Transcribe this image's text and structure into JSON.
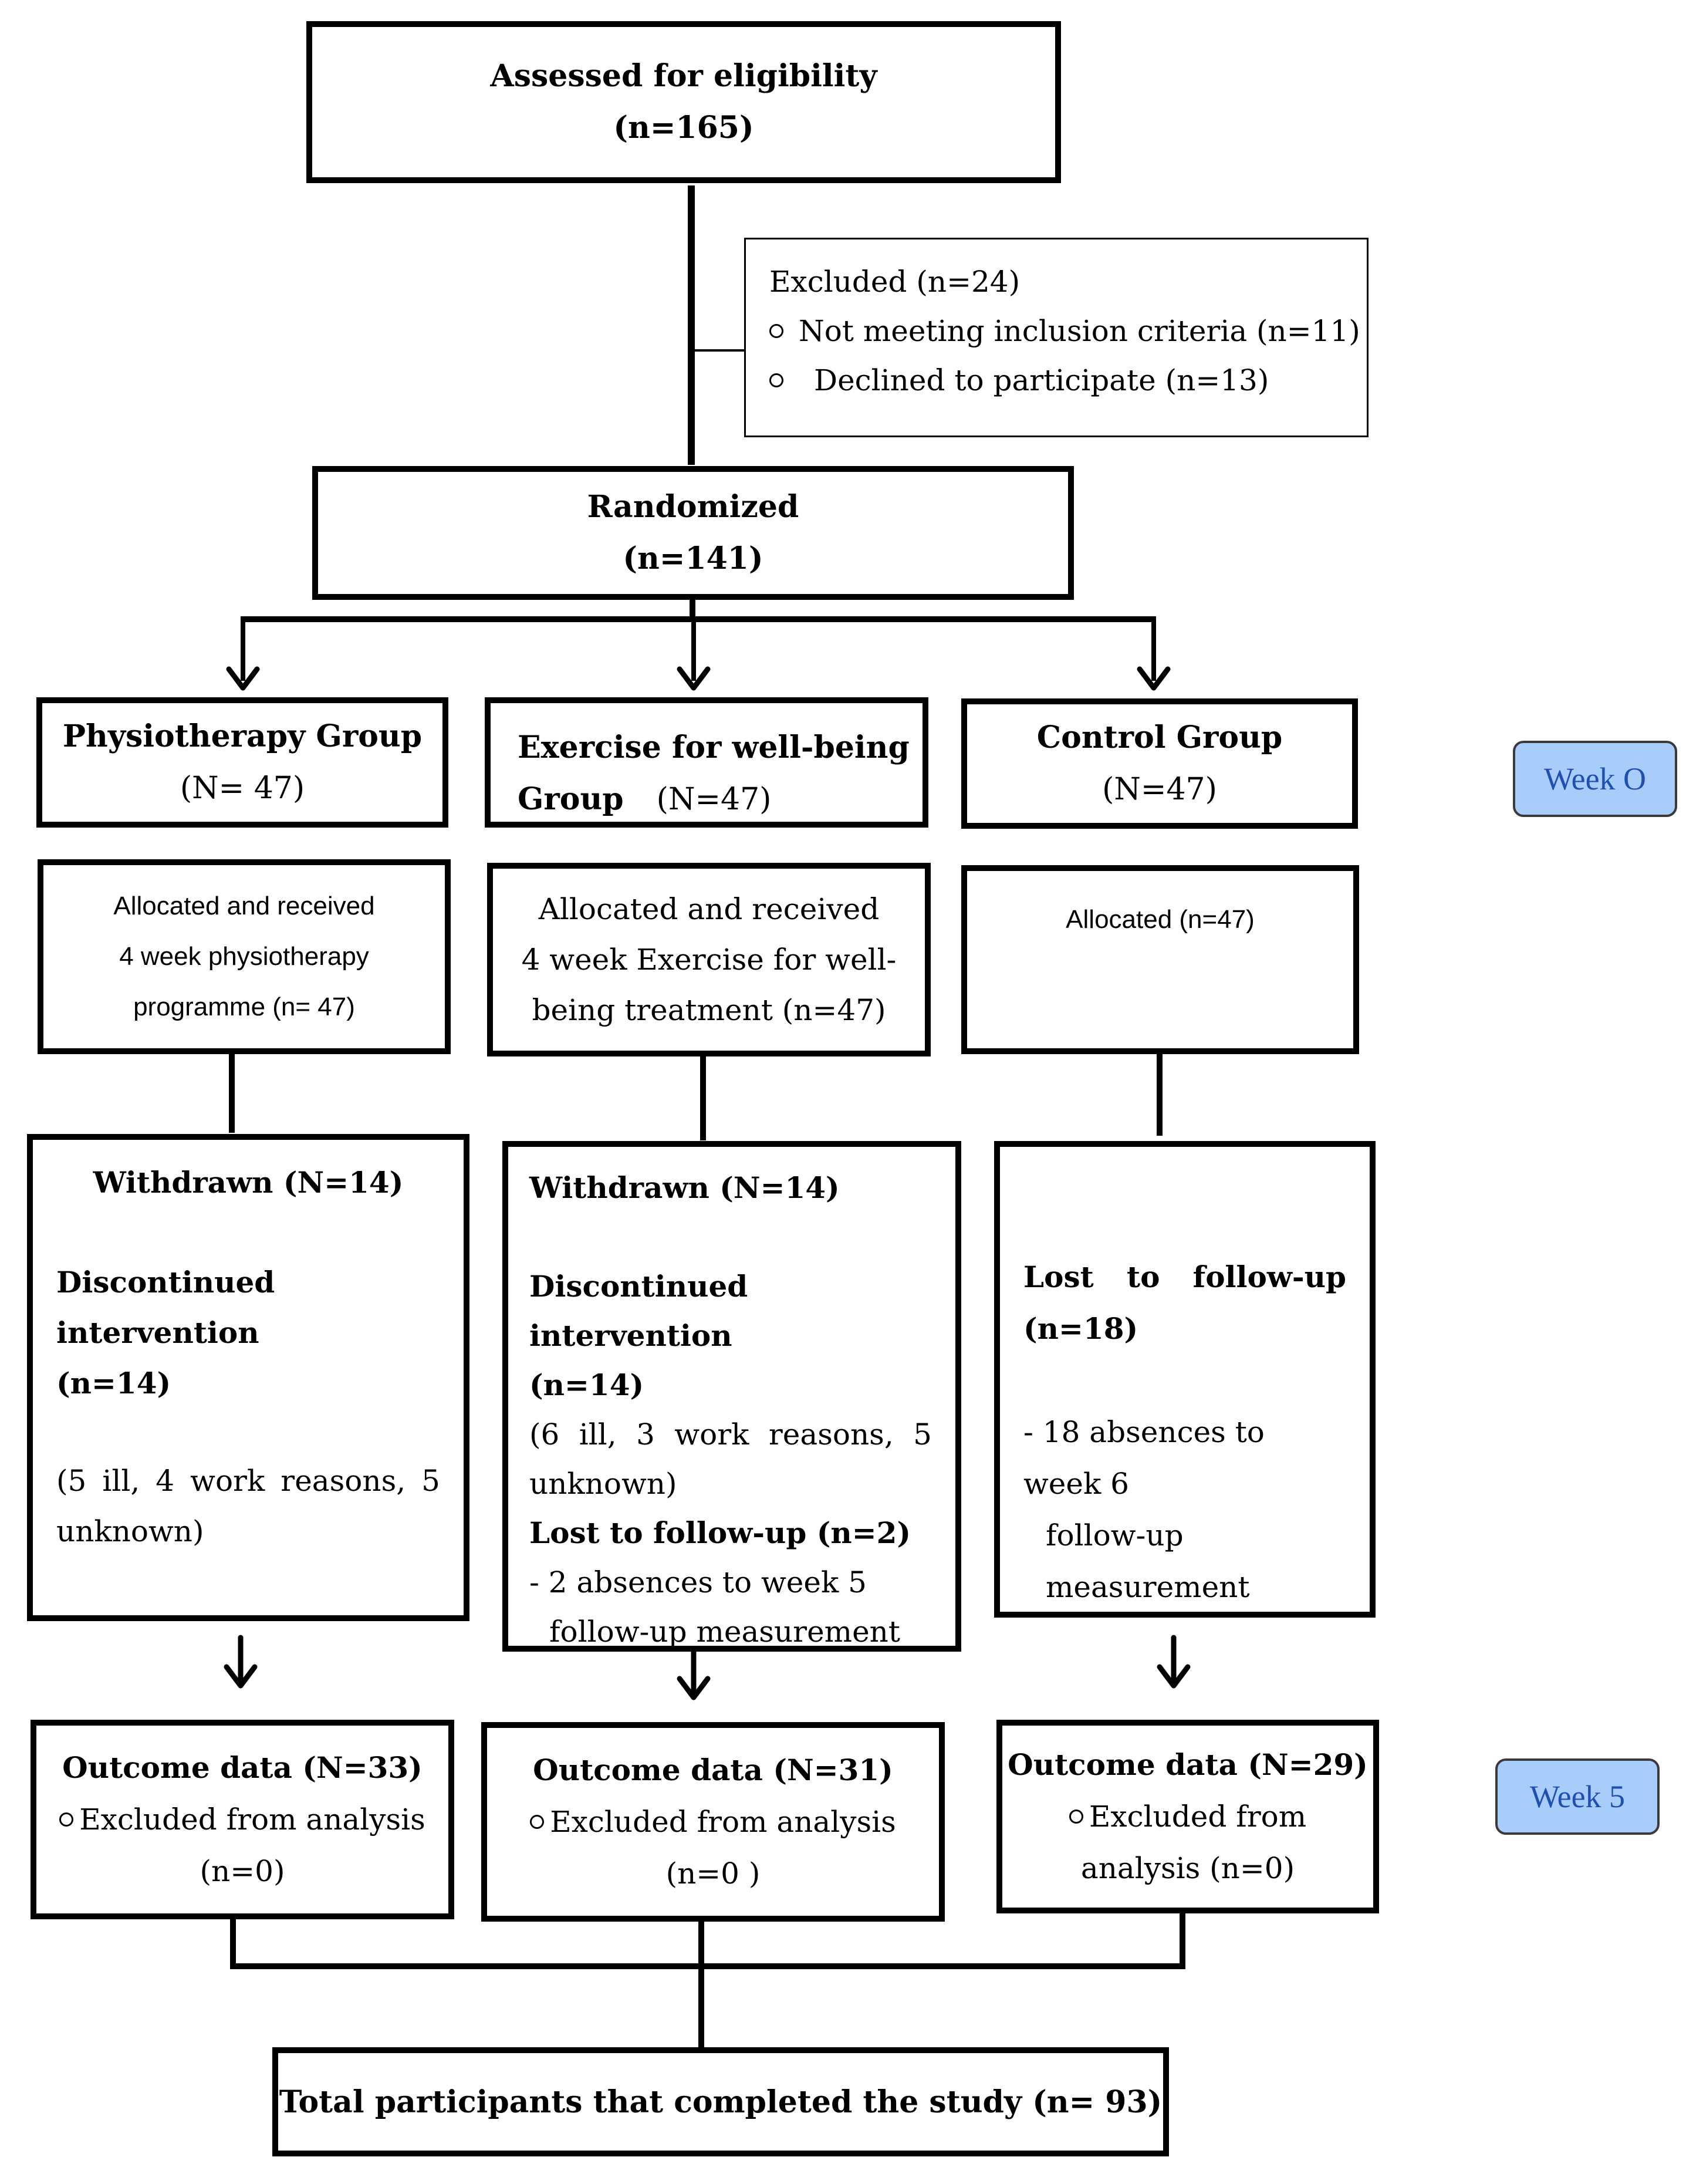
{
  "assessed": {
    "title": "Assessed for eligibility",
    "count": "(n=165)"
  },
  "excluded": {
    "title": "Excluded (n=24)",
    "items": [
      "Not meeting inclusion criteria (n=11)",
      "Declined to participate (n=13)"
    ]
  },
  "randomized": {
    "title": "Randomized",
    "count": "(n=141)"
  },
  "groups": {
    "physio": {
      "name": "Physiotherapy Group",
      "count": "(N= 47)"
    },
    "exercise": {
      "name_line1": "Exercise for well-being",
      "name_line2": "Group",
      "count": "(N=47)"
    },
    "control": {
      "name": "Control Group",
      "count": "(N=47)"
    }
  },
  "allocation": {
    "physio": [
      "Allocated and received",
      "4 week physiotherapy",
      "programme (n= 47)"
    ],
    "exercise": [
      "Allocated and received",
      "4 week Exercise for well-",
      "being treatment (n=47)"
    ],
    "control": [
      "Allocated (n=47)"
    ]
  },
  "followup": {
    "physio": {
      "withdrawn": "Withdrawn (N=14)",
      "disc_line1": "Discontinued intervention",
      "disc_line2": "(n=14)",
      "reasons_line1": "(5 ill, 4 work reasons, 5",
      "reasons_line2": "unknown)"
    },
    "exercise": {
      "withdrawn": "Withdrawn (N=14)",
      "disc_line1": "Discontinued intervention",
      "disc_line2": "(n=14)",
      "reasons_line1": "(6 ill, 3 work reasons, 5",
      "reasons_line2": "unknown)",
      "lost": "Lost to follow-up (n=2)",
      "absence_line1": "- 2 absences to week 5",
      "absence_line2": "follow-up measurement"
    },
    "control": {
      "lost_line1": "Lost to follow-up",
      "lost_line2": "(n=18)",
      "absence_line1": "- 18 absences to week 6",
      "absence_line2": "follow-up",
      "absence_line3": "measurement"
    }
  },
  "outcome": {
    "physio": {
      "title": "Outcome data (N=33)",
      "line1": "Excluded from analysis",
      "line2": "(n=0)"
    },
    "exercise": {
      "title": "Outcome data (N=31)",
      "line1": "Excluded from analysis",
      "line2": "(n=0 )"
    },
    "control": {
      "title": "Outcome data (N=29)",
      "line1": "Excluded from",
      "line2": "analysis (n=0)"
    }
  },
  "total": "Total participants that completed the study (n= 93)",
  "weeks": {
    "start": "Week O",
    "end": "Week 5"
  }
}
